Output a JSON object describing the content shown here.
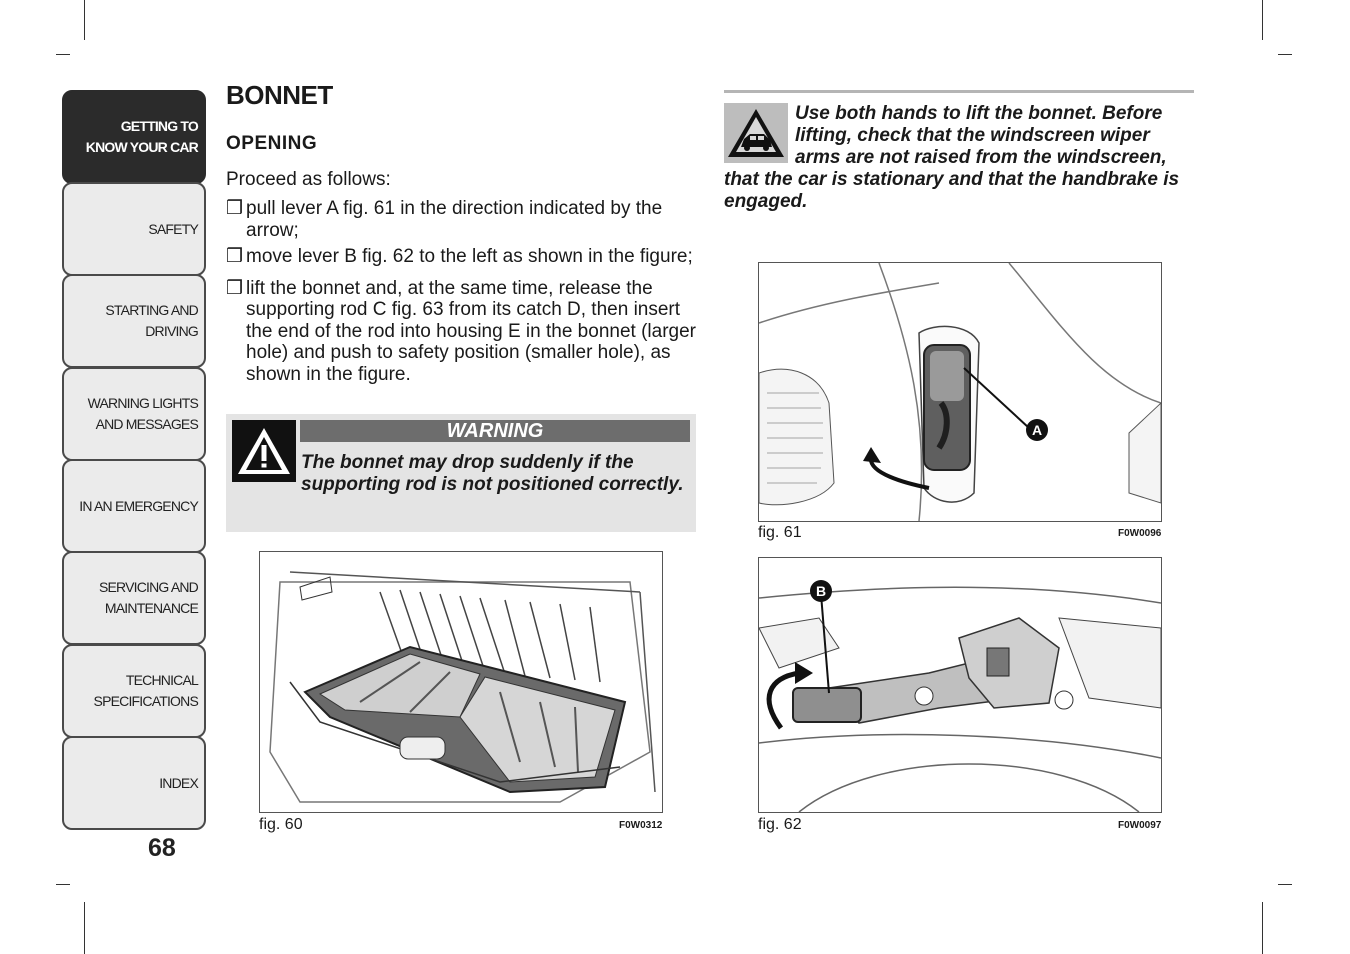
{
  "sidebar": {
    "items": [
      {
        "label": "GETTING TO\nKNOW YOUR CAR",
        "active": true
      },
      {
        "label": "SAFETY",
        "active": false
      },
      {
        "label": "STARTING AND\nDRIVING",
        "active": false
      },
      {
        "label": "WARNING LIGHTS\nAND MESSAGES",
        "active": false
      },
      {
        "label": "IN AN EMERGENCY",
        "active": false
      },
      {
        "label": "SERVICING AND\nMAINTENANCE",
        "active": false
      },
      {
        "label": "TECHNICAL\nSPECIFICATIONS",
        "active": false
      },
      {
        "label": "INDEX",
        "active": false
      }
    ]
  },
  "page_number": "68",
  "title": "BONNET",
  "subtitle": "OPENING",
  "intro": "Proceed as follows:",
  "bullet_glyph": "❒",
  "steps": [
    "pull lever A fig. 61 in the direction indicated by the arrow;",
    "move lever B fig. 62 to the left as shown in the figure;",
    "lift the bonnet and, at the same time, release the supporting rod C fig. 63 from its catch D, then insert the end of the rod into housing E in the bonnet (larger hole) and push to safety position (smaller hole), as shown in the figure."
  ],
  "warning": {
    "heading": "WARNING",
    "text": "The bonnet may drop suddenly if the supporting rod is not positioned correctly."
  },
  "note": {
    "text": "Use both hands to lift the bonnet. Before lifting, check that the windscreen wiper arms are not raised from the windscreen, that the car is stationary and that the handbrake is engaged."
  },
  "figures": {
    "fig60": {
      "caption": "fig. 60",
      "code": "F0W0312"
    },
    "fig61": {
      "caption": "fig. 61",
      "code": "F0W0096",
      "label": "A"
    },
    "fig62": {
      "caption": "fig. 62",
      "code": "F0W0097",
      "label": "B"
    }
  }
}
